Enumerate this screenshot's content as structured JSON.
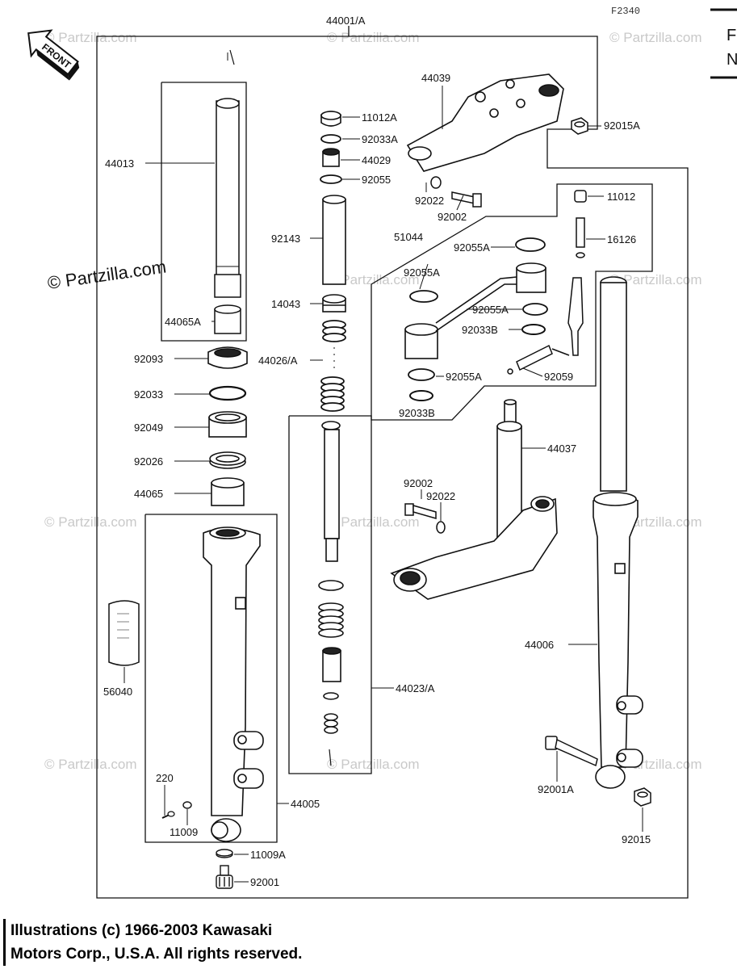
{
  "header": {
    "code": "F2340",
    "front_label": "FRONT",
    "corner_letters": [
      "F",
      "N"
    ]
  },
  "watermark": "© Partzilla.com",
  "part_labels": {
    "p44001A": "44001/A",
    "p44039": "44039",
    "p92015A": "92015A",
    "p11012A": "11012A",
    "p92033A": "92033A",
    "p44029": "44029",
    "p92055": "92055",
    "p92022_top": "92022",
    "p92002_top": "92002",
    "p11012": "11012",
    "p16126": "16126",
    "p51044": "51044",
    "p92055A_1": "92055A",
    "p92055A_2": "92055A",
    "p92055A_3": "92055A",
    "p92055A_4": "92055A",
    "p92033B_1": "92033B",
    "p92033B_2": "92033B",
    "p92059": "92059",
    "p44013": "44013",
    "p92143": "92143",
    "p14043": "14043",
    "p44065A": "44065A",
    "p92093": "92093",
    "p44026A": "44026/A",
    "p92033": "92033",
    "p92049": "92049",
    "p92026": "92026",
    "p44065": "44065",
    "p44037": "44037",
    "p92002_mid": "92002",
    "p92022_mid": "92022",
    "p44006": "44006",
    "p56040": "56040",
    "p44023A": "44023/A",
    "p220": "220",
    "p44005": "44005",
    "p11009": "11009",
    "p11009A": "11009A",
    "p92001": "92001",
    "p92001A": "92001A",
    "p92015": "92015"
  },
  "footer": {
    "line1": "Illustrations (c) 1966-2003 Kawasaki",
    "line2": "Motors Corp., U.S.A.  All rights reserved."
  }
}
